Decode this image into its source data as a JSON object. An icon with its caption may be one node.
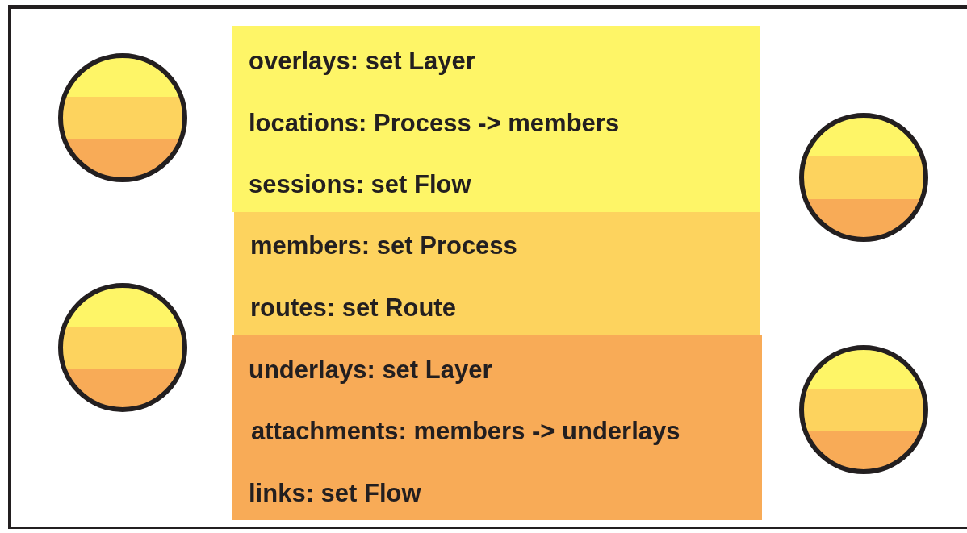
{
  "diagram": {
    "nodes": [
      {
        "text": [
          "overlays: set Layer",
          "locations: Process -> members",
          "sessions: set Flow"
        ]
      },
      {
        "text": [
          "members: set Process",
          "routes: set Route"
        ]
      },
      {
        "text": [
          "underlays: set Layer",
          "attachments: members -> underlays",
          "links: set Flow"
        ]
      },
      {
        "text": [],
        "shape": "circle"
      },
      {
        "text": [],
        "shape": "circle"
      },
      {
        "text": [],
        "shape": "circle"
      },
      {
        "text": [],
        "shape": "circle"
      }
    ]
  }
}
